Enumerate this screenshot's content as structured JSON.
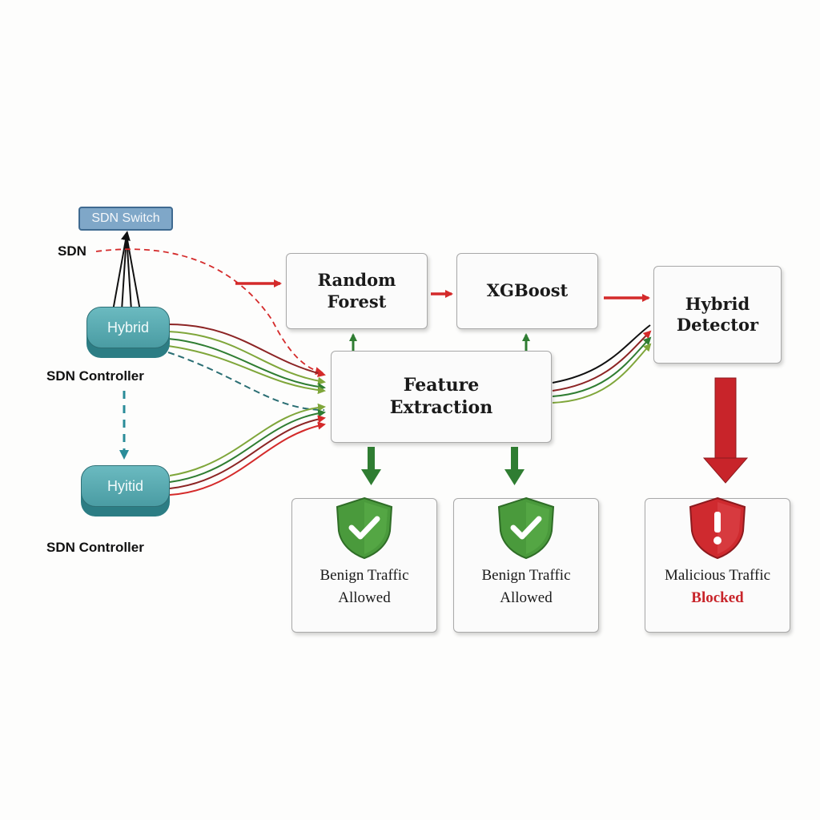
{
  "switch": {
    "label": "SDN Switch"
  },
  "sdn_tag": "SDN",
  "controllers": [
    {
      "name": "Hybrid",
      "caption": "SDN Controller"
    },
    {
      "name": "Hyitid",
      "caption": "SDN Controller"
    }
  ],
  "stages": {
    "random_forest": "Random\nForest",
    "xgboost": "XGBoost",
    "hybrid_detector": "Hybrid\nDetector",
    "feature_extraction": "Feature\nExtraction"
  },
  "outputs": [
    {
      "line1": "Benign Traffic",
      "line2": "Allowed",
      "status": "benign",
      "icon": "check-shield-icon"
    },
    {
      "line1": "Benign Traffic",
      "line2": "Allowed",
      "status": "benign",
      "icon": "check-shield-icon"
    },
    {
      "line1": "Malicious Traffic",
      "line2": "Blocked",
      "status": "malicious",
      "icon": "alert-shield-icon"
    }
  ],
  "colors": {
    "flow_red": "#d42a2a",
    "flow_green": "#2f7d32",
    "flow_olive": "#7fa63a",
    "flow_maroon": "#8c2424",
    "link_teal": "#2a8c99",
    "shield_green": "#4a9a3c",
    "shield_red": "#cf2a2f"
  }
}
